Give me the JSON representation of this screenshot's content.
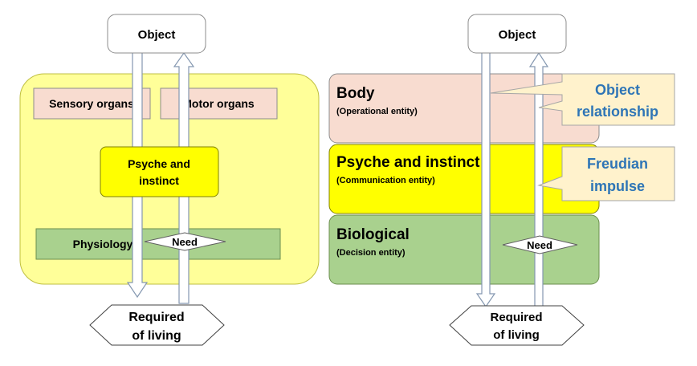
{
  "left": {
    "object": "Object",
    "sensory": "Sensory organs",
    "motor": "Motor organs",
    "psyche_line1": "Psyche and",
    "psyche_line2": "instinct",
    "physiology": "Physiology",
    "need": "Need",
    "required_line1": "Required",
    "required_line2": "of living"
  },
  "right": {
    "object": "Object",
    "body": {
      "title": "Body",
      "sub": "(Operational entity)"
    },
    "psyche": {
      "title": "Psyche and instinct",
      "sub": "(Communication entity)"
    },
    "biological": {
      "title": "Biological",
      "sub": "(Decision entity)"
    },
    "callout_object_line1": "Object",
    "callout_object_line2": "relationship",
    "callout_freud_line1": "Freudian",
    "callout_freud_line2": "impulse",
    "need": "Need",
    "required_line1": "Required",
    "required_line2": "of living"
  },
  "colors": {
    "yellow_panel": "#ffff99",
    "yellow_box": "#ffff00",
    "pink_box": "#f8dcd0",
    "green_box": "#a9d18e",
    "callout_fill": "#fff2cc",
    "callout_text": "#2e75b6",
    "arrow_fill": "#ffffff",
    "arrow_stroke": "#8497b0"
  }
}
